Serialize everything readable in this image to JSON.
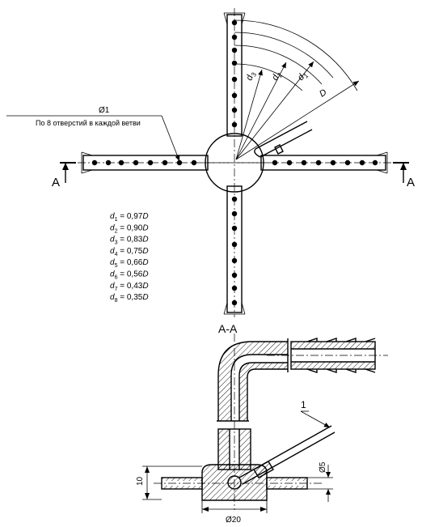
{
  "top_view": {
    "hole_dim": "Ø1",
    "holes_note": "По 8 отверстий в каждой ветви",
    "section_left": "А",
    "section_right": "А",
    "radius_labels": [
      "d3",
      "d2",
      "d1",
      "D"
    ],
    "formulas": [
      {
        "sym": "d",
        "sub": "1",
        "eq": " = 0,97",
        "var": "D"
      },
      {
        "sym": "d",
        "sub": "2",
        "eq": " = 0,90",
        "var": "D"
      },
      {
        "sym": "d",
        "sub": "3",
        "eq": " = 0,83",
        "var": "D"
      },
      {
        "sym": "d",
        "sub": "4",
        "eq": " = 0,75",
        "var": "D"
      },
      {
        "sym": "d",
        "sub": "5",
        "eq": " = 0,66",
        "var": "D"
      },
      {
        "sym": "d",
        "sub": "6",
        "eq": " = 0,56",
        "var": "D"
      },
      {
        "sym": "d",
        "sub": "7",
        "eq": " = 0,43",
        "var": "D"
      },
      {
        "sym": "d",
        "sub": "8",
        "eq": " = 0,35",
        "var": "D"
      }
    ]
  },
  "section_view": {
    "title": "А-А",
    "leader_number": "1",
    "dim_height": "10",
    "dim_tube": "Ø5",
    "dim_width": "Ø20"
  }
}
